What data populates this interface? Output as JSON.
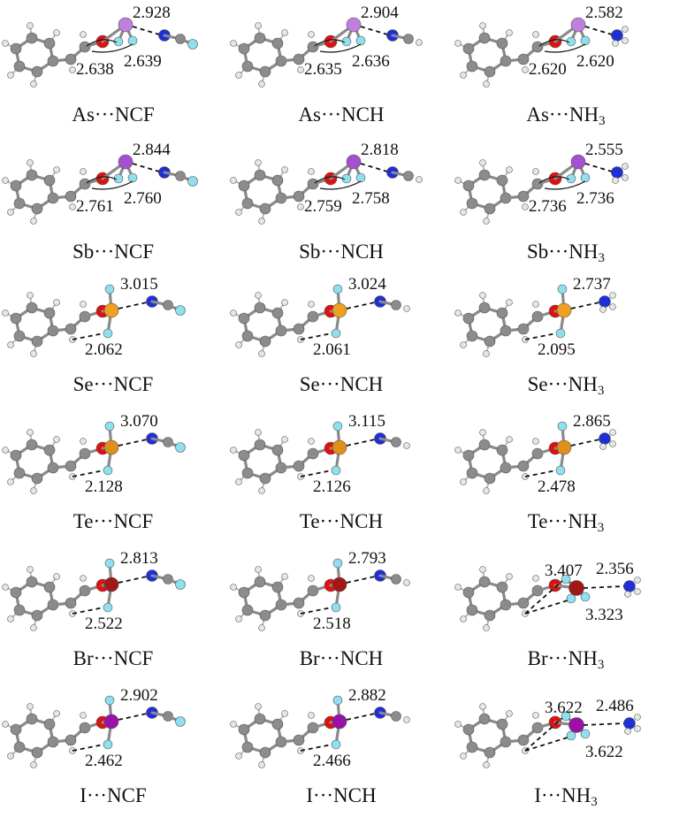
{
  "colors": {
    "carbon": "#8c8c8c",
    "hydrogen": "#e6e6e6",
    "oxygen": "#e01010",
    "fluorine": "#8fe0ee",
    "nitrogen": "#1f2fd6",
    "As": "#c07fe0",
    "Sb": "#a64fd0",
    "Se": "#f0a020",
    "Te": "#e0901a",
    "Br": "#a01818",
    "I": "#9a10a8"
  },
  "panels": [
    {
      "caption": {
        "prefix": "As···",
        "main": "NCF",
        "sub": ""
      },
      "center": "As",
      "donor": "NCF",
      "motif": "pn",
      "labels": [
        "2.928",
        "2.638",
        "2.639"
      ]
    },
    {
      "caption": {
        "prefix": "As···",
        "main": "NCH",
        "sub": ""
      },
      "center": "As",
      "donor": "NCH",
      "motif": "pn",
      "labels": [
        "2.904",
        "2.635",
        "2.636"
      ]
    },
    {
      "caption": {
        "prefix": "As···",
        "main": "NH",
        "sub": "3"
      },
      "center": "As",
      "donor": "NH3",
      "motif": "pn",
      "labels": [
        "2.582",
        "2.620",
        "2.620"
      ]
    },
    {
      "caption": {
        "prefix": "Sb···",
        "main": "NCF",
        "sub": ""
      },
      "center": "Sb",
      "donor": "NCF",
      "motif": "pn",
      "labels": [
        "2.844",
        "2.761",
        "2.760"
      ]
    },
    {
      "caption": {
        "prefix": "Sb···",
        "main": "NCH",
        "sub": ""
      },
      "center": "Sb",
      "donor": "NCH",
      "motif": "pn",
      "labels": [
        "2.818",
        "2.759",
        "2.758"
      ]
    },
    {
      "caption": {
        "prefix": "Sb···",
        "main": "NH",
        "sub": "3"
      },
      "center": "Sb",
      "donor": "NH3",
      "motif": "pn",
      "labels": [
        "2.555",
        "2.736",
        "2.736"
      ]
    },
    {
      "caption": {
        "prefix": "Se···",
        "main": "NCF",
        "sub": ""
      },
      "center": "Se",
      "donor": "NCF",
      "motif": "ch",
      "labels": [
        "3.015",
        "2.062"
      ]
    },
    {
      "caption": {
        "prefix": "Se···",
        "main": "NCH",
        "sub": ""
      },
      "center": "Se",
      "donor": "NCH",
      "motif": "ch",
      "labels": [
        "3.024",
        "2.061"
      ]
    },
    {
      "caption": {
        "prefix": "Se···",
        "main": "NH",
        "sub": "3"
      },
      "center": "Se",
      "donor": "NH3",
      "motif": "ch",
      "labels": [
        "2.737",
        "2.095"
      ]
    },
    {
      "caption": {
        "prefix": "Te···",
        "main": "NCF",
        "sub": ""
      },
      "center": "Te",
      "donor": "NCF",
      "motif": "ch",
      "labels": [
        "3.070",
        "2.128"
      ]
    },
    {
      "caption": {
        "prefix": "Te···",
        "main": "NCH",
        "sub": ""
      },
      "center": "Te",
      "donor": "NCH",
      "motif": "ch",
      "labels": [
        "3.115",
        "2.126"
      ]
    },
    {
      "caption": {
        "prefix": "Te···",
        "main": "NH",
        "sub": "3"
      },
      "center": "Te",
      "donor": "NH3",
      "motif": "ch",
      "labels": [
        "2.865",
        "2.478"
      ]
    },
    {
      "caption": {
        "prefix": "Br···",
        "main": "NCF",
        "sub": ""
      },
      "center": "Br",
      "donor": "NCF",
      "motif": "ch",
      "labels": [
        "2.813",
        "2.522"
      ]
    },
    {
      "caption": {
        "prefix": "Br···",
        "main": "NCH",
        "sub": ""
      },
      "center": "Br",
      "donor": "NCH",
      "motif": "ch",
      "labels": [
        "2.793",
        "2.518"
      ]
    },
    {
      "caption": {
        "prefix": "Br···",
        "main": "NH",
        "sub": "3"
      },
      "center": "Br",
      "donor": "NH3",
      "motif": "tri",
      "labels": [
        "2.356",
        "3.407",
        "3.323"
      ]
    },
    {
      "caption": {
        "prefix": "I···",
        "main": "NCF",
        "sub": ""
      },
      "center": "I",
      "donor": "NCF",
      "motif": "ch",
      "labels": [
        "2.902",
        "2.462"
      ]
    },
    {
      "caption": {
        "prefix": "I···",
        "main": "NCH",
        "sub": ""
      },
      "center": "I",
      "donor": "NCH",
      "motif": "ch",
      "labels": [
        "2.882",
        "2.466"
      ]
    },
    {
      "caption": {
        "prefix": "I···",
        "main": "NH",
        "sub": "3"
      },
      "center": "I",
      "donor": "NH3",
      "motif": "tri",
      "labels": [
        "2.486",
        "3.622",
        "3.622"
      ]
    }
  ]
}
